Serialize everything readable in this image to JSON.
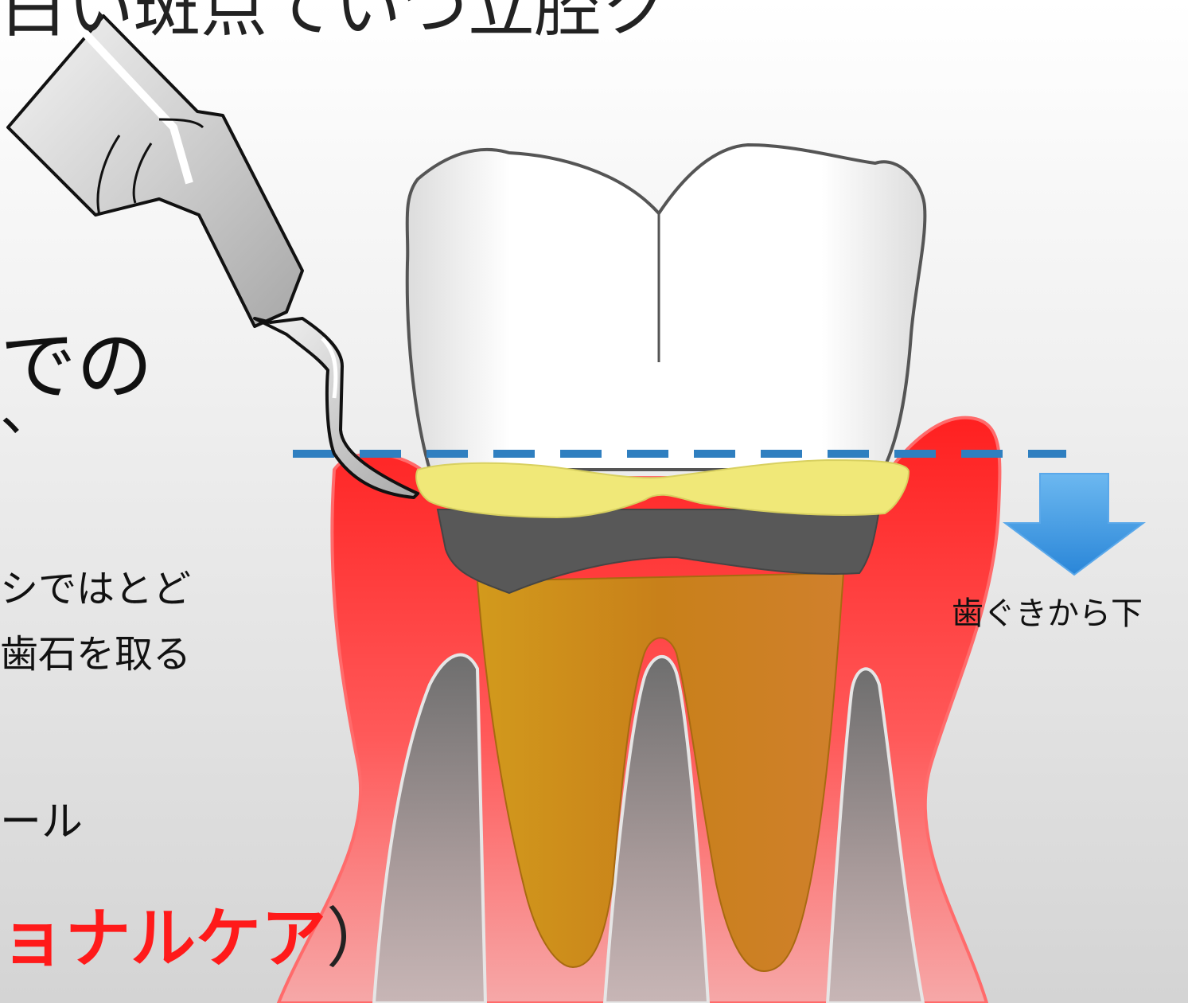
{
  "texts": {
    "title_partial": "白い斑点ていつ立腔ク",
    "de_no": "での",
    "small_mark": "、",
    "body_line1": "シではとど",
    "body_line2": "歯石を取る",
    "body_line3": "ール",
    "emphasis": "ョナルケア",
    "emphasis_close": "）",
    "gum_label": "歯ぐきから下"
  },
  "colors": {
    "gum": "#ff2a2a",
    "gum_light": "#f7a0a0",
    "bone": "#7a7a7a",
    "root": "#c8861a",
    "tartar_yellow": "#f0e878",
    "tartar_dark": "#555555",
    "gumline": "#2f7fc0",
    "arrow": "#3b9ae6",
    "emphasis": "#ff1a1a"
  },
  "icons": {
    "arrow": "down-arrow-icon",
    "instrument": "scaler-instrument"
  }
}
